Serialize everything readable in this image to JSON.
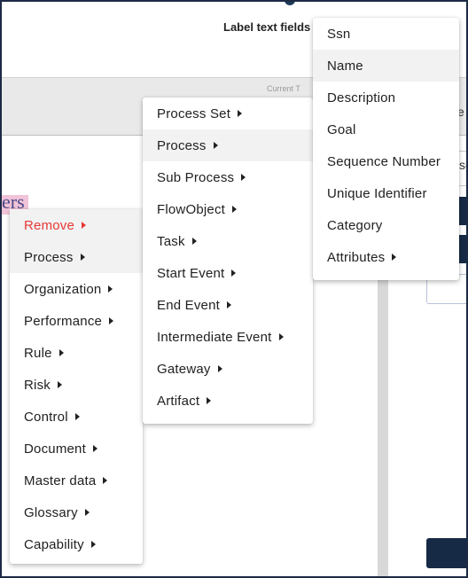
{
  "header": {
    "title": "Label text fields",
    "current_label": "Current T"
  },
  "background": {
    "highlight_text": "ers",
    "right_edge_letter": "e",
    "right_input_text": "se"
  },
  "menus": {
    "level1": [
      {
        "label": "Remove",
        "danger": true,
        "active": true
      },
      {
        "label": "Process",
        "active": true
      },
      {
        "label": "Organization"
      },
      {
        "label": "Performance"
      },
      {
        "label": "Rule"
      },
      {
        "label": "Risk"
      },
      {
        "label": "Control"
      },
      {
        "label": "Document"
      },
      {
        "label": "Master data"
      },
      {
        "label": "Glossary"
      },
      {
        "label": "Capability"
      }
    ],
    "level2": [
      {
        "label": "Process Set"
      },
      {
        "label": "Process",
        "active": true
      },
      {
        "label": "Sub Process"
      },
      {
        "label": "FlowObject"
      },
      {
        "label": "Task"
      },
      {
        "label": "Start Event"
      },
      {
        "label": "End Event"
      },
      {
        "label": "Intermediate Event"
      },
      {
        "label": "Gateway"
      },
      {
        "label": "Artifact"
      }
    ],
    "level3": [
      {
        "label": "Ssn",
        "submenu": false
      },
      {
        "label": "Name",
        "submenu": false,
        "active": true
      },
      {
        "label": "Description",
        "submenu": false
      },
      {
        "label": "Goal",
        "submenu": false
      },
      {
        "label": "Sequence Number",
        "submenu": false
      },
      {
        "label": "Unique Identifier",
        "submenu": false
      },
      {
        "label": "Category",
        "submenu": false
      },
      {
        "label": "Attributes",
        "submenu": true
      }
    ]
  },
  "colors": {
    "danger": "#e53935",
    "navy": "#162a46",
    "hover": "#f2f2f2"
  }
}
